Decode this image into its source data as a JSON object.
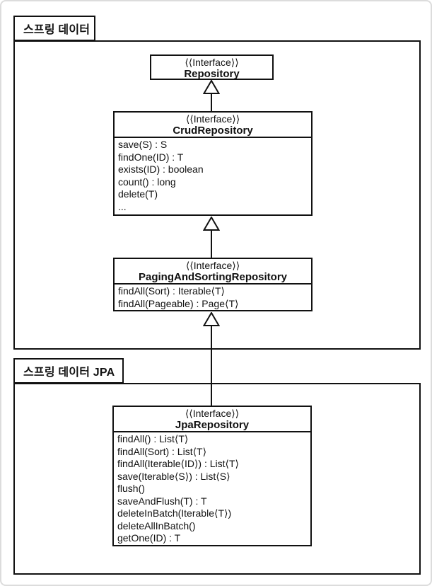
{
  "diagram": {
    "package_spring_data": {
      "label": "스프링 데이터"
    },
    "package_spring_data_jpa": {
      "label": "스프링 데이터 JPA"
    },
    "repository": {
      "stereotype": "⟨⟨Interface⟩⟩",
      "name": "Repository"
    },
    "crud_repository": {
      "stereotype": "⟨⟨Interface⟩⟩",
      "name": "CrudRepository",
      "methods": [
        "save(S) : S",
        "findOne(ID) : T",
        "exists(ID) : boolean",
        "count() : long",
        "delete(T)",
        "..."
      ]
    },
    "paging_and_sorting_repository": {
      "stereotype": "⟨⟨Interface⟩⟩",
      "name": "PagingAndSortingRepository",
      "methods": [
        "findAll(Sort) : Iterable⟨T⟩",
        "findAll(Pageable) : Page⟨T⟩"
      ]
    },
    "jpa_repository": {
      "stereotype": "⟨⟨Interface⟩⟩",
      "name": "JpaRepository",
      "methods": [
        "findAll() : List⟨T⟩",
        "findAll(Sort) : List⟨T⟩",
        "findAll(Iterable⟨ID⟩) : List⟨T⟩",
        "save(Iterable⟨S⟩) : List⟨S⟩",
        "flush()",
        "saveAndFlush(T) : T",
        "deleteInBatch(Iterable⟨T⟩)",
        "deleteAllInBatch()",
        "getOne(ID) : T"
      ]
    },
    "colors": {
      "line": "#111111",
      "background": "#ffffff",
      "outer_border": "#dcdcdc"
    }
  }
}
